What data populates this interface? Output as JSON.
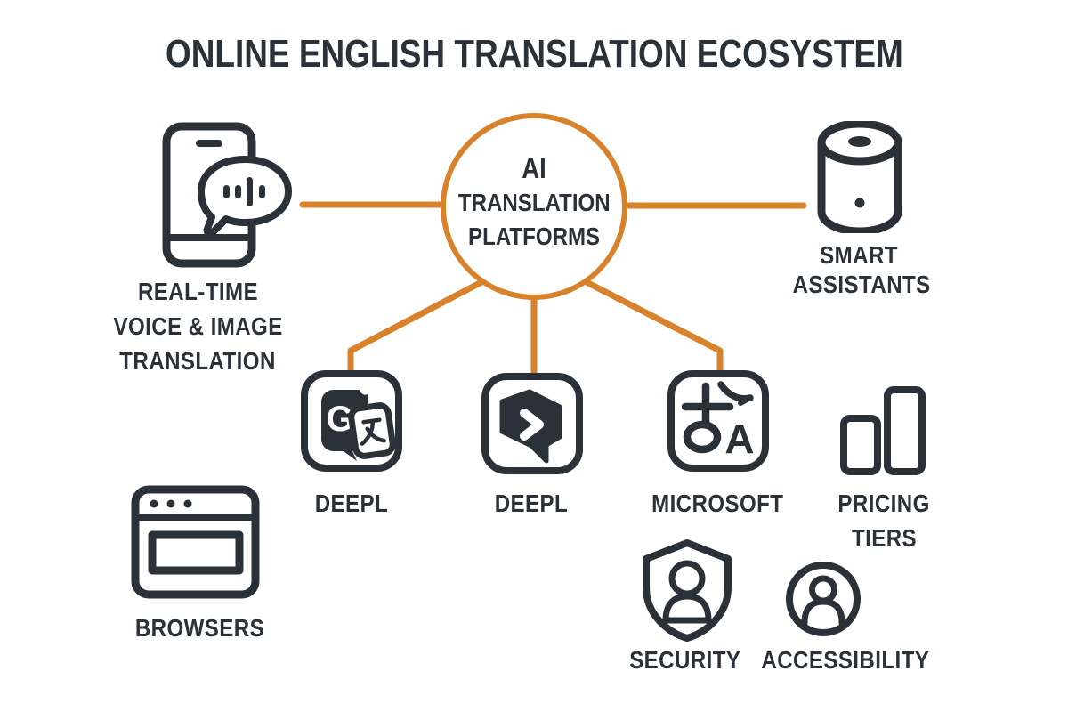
{
  "title": "ONLINE ENGLISH TRANSLATION ECOSYSTEM",
  "colors": {
    "accent": "#d9822c",
    "ink": "#2b3138",
    "background": "#ffffff"
  },
  "hub": {
    "line1": "AI",
    "line2": "TRANSLATION",
    "line3": "PLATFORMS"
  },
  "nodes": {
    "realtime": {
      "line1": "REAL-TIME",
      "line2": "VOICE & IMAGE",
      "line3": "TRANSLATION",
      "icon": "phone-chat-icon"
    },
    "smart": {
      "line1": "SMART",
      "line2": "ASSISTANTS",
      "icon": "smart-speaker-icon"
    },
    "translate_app": {
      "label": "DEEPL",
      "icon": "google-translate-icon"
    },
    "deepl_app": {
      "label": "DEEPL",
      "icon": "deepl-icon"
    },
    "microsoft_app": {
      "label": "MICROSOFT",
      "icon": "microsoft-translator-icon"
    },
    "pricing": {
      "line1": "PRICING",
      "line2": "TIERS",
      "icon": "pricing-bars-icon"
    },
    "browsers": {
      "label": "BROWSERS",
      "icon": "browser-window-icon"
    },
    "security": {
      "label": "SECURITY",
      "icon": "security-shield-icon"
    },
    "accessibility": {
      "label": "ACCESSIBILITY",
      "icon": "accessibility-user-icon"
    }
  }
}
